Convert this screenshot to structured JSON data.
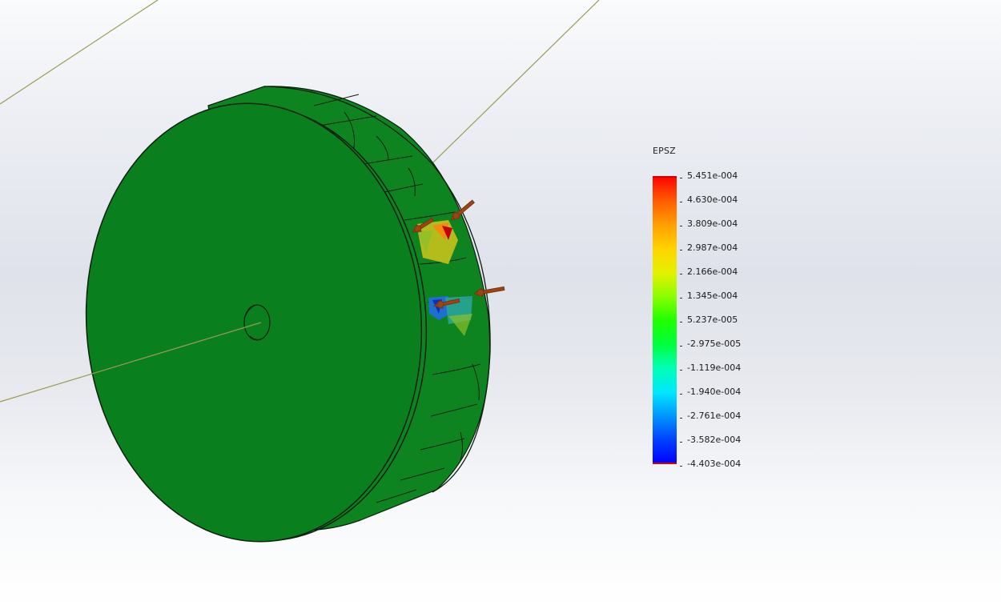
{
  "plot": {
    "result_quantity": "EPSZ",
    "colors": {
      "model_face": "#0a7f1e",
      "model_rim": "#128a22",
      "edge_line": "#0b1f0e",
      "load_arrow": "#9a4513",
      "axis_line": "#9c9a55",
      "background_top": "#fafbfc",
      "background_mid": "#dfe2ea",
      "background_bottom": "#ffffff"
    },
    "legend": {
      "title": "EPSZ",
      "max_color": "#ff0000",
      "min_color": "#0000ff",
      "ticks": [
        "5.451e-004",
        "4.630e-004",
        "3.809e-004",
        "2.987e-004",
        "2.166e-004",
        "1.345e-004",
        "5.237e-005",
        "-2.975e-005",
        "-1.119e-004",
        "-1.940e-004",
        "-2.761e-004",
        "-3.582e-004",
        "-4.403e-004"
      ]
    },
    "load_arrow_count": 4,
    "icons": [
      "force-arrow-icon",
      "reference-axis-line"
    ]
  }
}
